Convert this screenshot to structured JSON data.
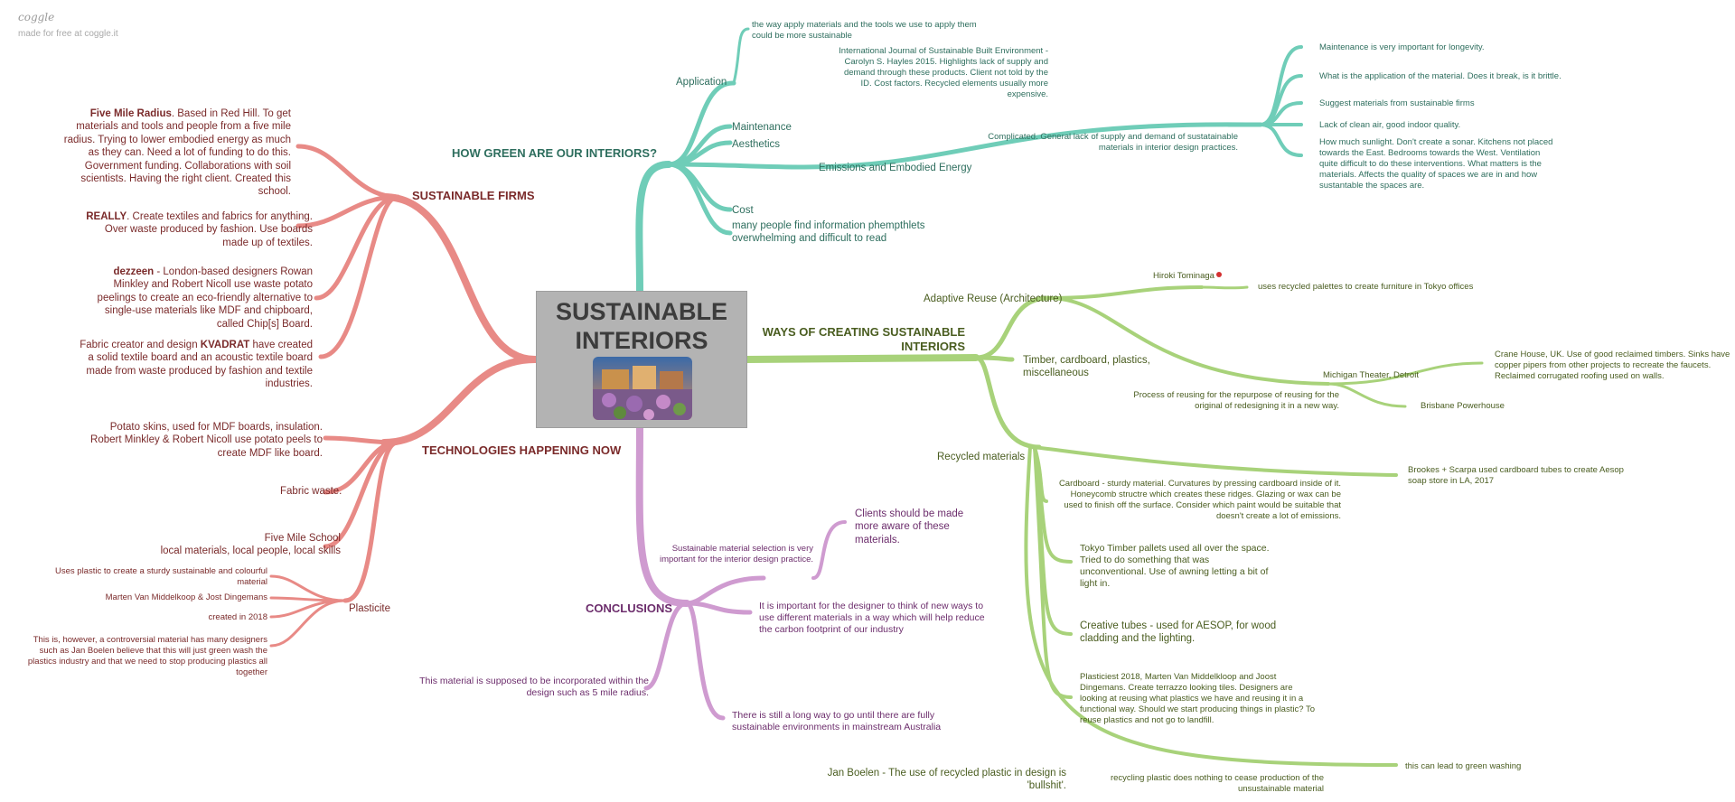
{
  "logo": {
    "mark": "coggle",
    "subtitle": "made for free at coggle.it"
  },
  "colors": {
    "red": "#e88a86",
    "teal": "#6fcdb8",
    "green": "#a8d27a",
    "purple": "#cf9bd0",
    "center_box": "#b3b3b3"
  },
  "center": {
    "title": "SUSTAINABLE INTERIORS",
    "image": "photo"
  },
  "branches": {
    "how_green": {
      "title": "HOW GREEN ARE OUR INTERIORS?",
      "application": "Application",
      "application_note": "the way apply materials and the tools we use to apply them could be more sustainable",
      "maintenance": "Maintenance",
      "aesthetics": "Aesthetics",
      "emissions": "Emissions and Embodied Energy",
      "cost": "Cost",
      "info": "many people find information phempthlets overwhelming and difficult to read",
      "journal": "International Journal of Sustainable Built Environment - Carolyn S. Hayles 2015. Highlights lack of supply and demand through these products. Client not told by the ID. Cost factors. Recycled elements usually more expensive.",
      "complicated": "Complicated. General lack of supply and demand of sustatainable materials in interior design practices.",
      "notes": [
        "Maintenance is very important for longevity.",
        "What is the application of the material. Does it break, is it brittle.",
        "Suggest materials from sustainable firms",
        "Lack of clean air, good indoor quality.",
        "How much sunlight. Don't create a sonar. Kitchens not placed towards the East. Bedrooms towards the West. Ventilation quite difficult to do these interventions. What matters is the materials. Affects the quality of spaces we are in and how sustantable the spaces are."
      ]
    },
    "ways": {
      "title": "WAYS OF CREATING SUSTAINABLE INTERIORS",
      "adaptive": "Adaptive Reuse (Architecture)",
      "hiroki": "Hiroki Tominaga",
      "hiroki_note": "uses recycled palettes to create furniture in Tokyo offices",
      "timber": "Timber, cardboard, plastics, miscellaneous",
      "michigan": "Michigan Theater, Detroit",
      "crane": "Crane House, UK. Use of good reclaimed timbers. Sinks have copper pipers from other projects to recreate the faucets. Reclaimed corrugated roofing used on walls.",
      "brisbane": "Brisbane Powerhouse",
      "process": "Process of reusing for the repurpose of reusing for the original of redesigning it in a new way.",
      "recycled": "Recycled materials",
      "brookes": "Brookes + Scarpa used cardboard tubes to create Aesop soap store in LA, 2017",
      "cardboard": "Cardboard - sturdy material. Curvatures by pressing cardboard inside of it. Honeycomb structre which creates these ridges. Glazing or wax can be used to finish off the surface. Consider which paint would be suitable that doesn't create a lot of emissions.",
      "tokyo": "Tokyo Timber pallets used all over the space. Tried to do something that was unconventional. Use of awning letting a bit of light in.",
      "tubes": "Creative tubes - used for AESOP, for wood cladding and the lighting.",
      "plasticiest": "Plasticiest 2018, Marten Van Middelkloop and Joost Dingemans. Create terrazzo looking tiles. Designers are looking at reusing what plastics we have and reusing it in a functional way. Should we start producing things in plastic? To reuse plastics and not go to landfill.",
      "jan": "Jan Boelen - The use of recycled plastic in design is 'bullshit'.",
      "greenwash": "this can lead to green washing",
      "recycling": "recycling plastic does nothing to cease production of the unsustainable material"
    },
    "firms": {
      "title": "SUSTAINABLE FIRMS",
      "five_mile_name": "Five Mile Radius",
      "five_mile_text": ". Based in Red Hill. To get materials and tools and people from a five mile radius. Trying to lower embodied energy as much as they can. Need a lot of funding to do this. Government funding. Collaborations with soil scientists. Having the right client. Created this school.",
      "really_name": "REALLY",
      "really_text": ". Create textiles and fabrics for anything. Over waste produced by fashion. Use boards made up of textiles.",
      "dezzeen_name": "dezzeen",
      "dezzeen_text": " - London-based designers Rowan Minkley and Robert Nicoll use waste potato peelings to create an eco-friendly alternative to single-use materials like MDF and chipboard, called Chip[s] Board.",
      "kvadrat_pre": "Fabric creator and design ",
      "kvadrat_name": "KVADRAT",
      "kvadrat_text": " have created a solid textile board and an acoustic textile board made from waste produced by fashion and textile industries."
    },
    "tech": {
      "title": "TECHNOLOGIES HAPPENING NOW",
      "potato": "Potato skins, used for MDF boards, insulation. Robert Minkley & Robert Nicoll use potato peels to create MDF like board.",
      "fabric": "Fabric waste.",
      "school_1": "Five Mile School",
      "school_2": "local materials, local people, local skills",
      "plasticite": "Plasticite",
      "p1": "Uses plastic to create a sturdy sustainable and colourful material",
      "p2": "Marten Van Middelkoop & Jost Dingemans",
      "p3": "created in 2018",
      "p4": "This is, however, a controversial material has many designers such as Jan Boelen believe that this will just green wash the plastics industry and that we need to stop producing plastics all together"
    },
    "conclusions": {
      "title": "CONCLUSIONS",
      "selection": "Sustainable material selection is very important for the interior design practice.",
      "clients": "Clients should be made more aware of these materials.",
      "designer": "It is important for the designer to think of new ways to use different materials in a way which will help reduce the carbon footprint of our industry",
      "radius": "This material is supposed to be incorporated within the design such as 5 mile radius.",
      "long_way": "There is still a long way to go until there are fully sustainable environments in mainstream Australia"
    }
  }
}
